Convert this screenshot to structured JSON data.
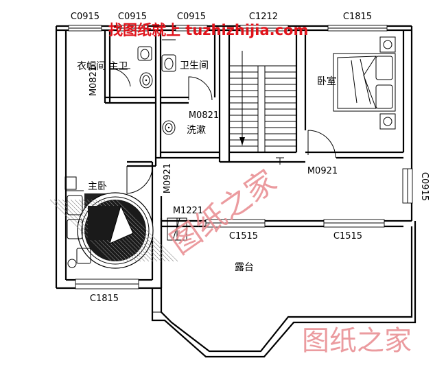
{
  "watermark": {
    "top_text": "找图纸就上 tuzhizhijia.com",
    "center_text": "图纸之家",
    "bottom_right_text": "图纸之家",
    "red": "#e0131b",
    "pink": "#e88a8f"
  },
  "windows": {
    "c0915_a": "C0915",
    "c0915_b": "C0915",
    "c0915_c": "C0915",
    "c1212": "C1212",
    "c1815_top": "C1815",
    "c0915_right": "C0915",
    "c1515_a": "C1515",
    "c1515_b": "C1515",
    "c1815_bottom": "C1815"
  },
  "doors": {
    "m0821_left": "M0821",
    "m0821_wash": "M0821",
    "m0921_master": "M0921",
    "m0921_bedroom": "M0921",
    "m1221": "M1221"
  },
  "rooms": {
    "closet_bath": "衣帽间 主卫",
    "toilet": "卫生间",
    "wash": "洗漱",
    "bedroom": "卧室",
    "master_bedroom": "主卧",
    "terrace": "露台"
  },
  "colors": {
    "line": "#000000",
    "background": "#ffffff"
  }
}
